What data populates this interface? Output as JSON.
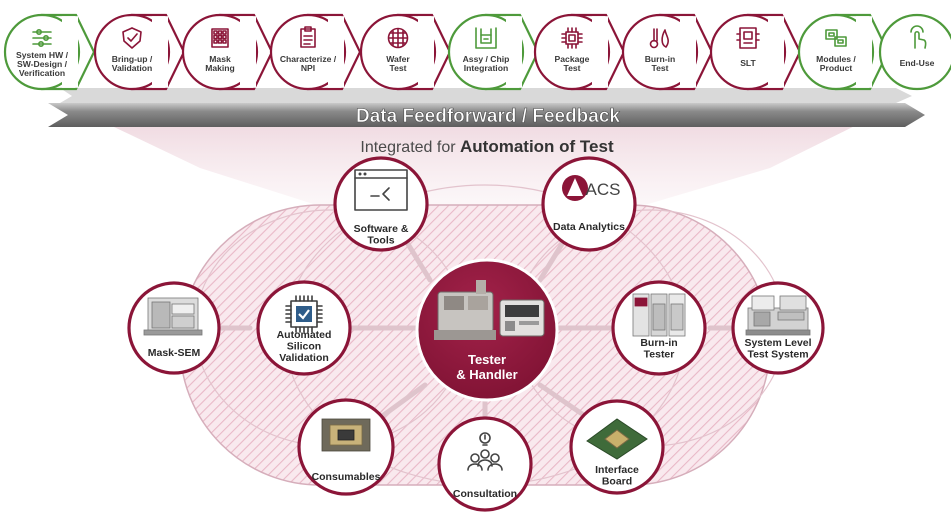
{
  "flow": {
    "banner_title": "Data Feedforward / Feedback",
    "steps": [
      {
        "label": "System HW /\nSW-Design /\nVerification",
        "style": "green",
        "icon": "sliders-icon"
      },
      {
        "label": "Bring-up /\nValidation",
        "style": "red",
        "icon": "shield-check-icon"
      },
      {
        "label": "Mask\nMaking",
        "style": "red",
        "icon": "mask-grid-icon"
      },
      {
        "label": "Characterize /\nNPI",
        "style": "red",
        "icon": "clipboard-icon"
      },
      {
        "label": "Wafer\nTest",
        "style": "red",
        "icon": "wafer-icon"
      },
      {
        "label": "Assy / Chip\nIntegration",
        "style": "green",
        "icon": "chip-assembly-icon"
      },
      {
        "label": "Package\nTest",
        "style": "red",
        "icon": "package-chip-icon"
      },
      {
        "label": "Burn-in\nTest",
        "style": "red",
        "icon": "thermometer-flame-icon"
      },
      {
        "label": "SLT",
        "style": "red",
        "icon": "slt-board-icon"
      },
      {
        "label": "Modules /\nProduct",
        "style": "green",
        "icon": "modules-icon"
      },
      {
        "label": "End-Use",
        "style": "green",
        "icon": "hand-touch-icon"
      }
    ]
  },
  "tagline": {
    "prefix": "Integrated for ",
    "emphasis": "Automation of Test"
  },
  "center": {
    "label": "Tester\n& Handler",
    "icon": "tester-handler-image"
  },
  "nodes": [
    {
      "id": "software-tools",
      "label": "Software &\nTools",
      "icon": "terminal-window-icon"
    },
    {
      "id": "data-analytics",
      "label": "Data Analytics",
      "icon": "acs-logo",
      "logo_text": "ACS"
    },
    {
      "id": "mask-sem",
      "label": "Mask-SEM",
      "icon": "mask-sem-machine-image"
    },
    {
      "id": "automated-silicon-validation",
      "label": "Automated\nSilicon\nValidation",
      "icon": "chip-check-icon"
    },
    {
      "id": "burn-in-tester",
      "label": "Burn-in\nTester",
      "icon": "burn-in-tester-image"
    },
    {
      "id": "system-level-test-system",
      "label": "System Level\nTest System",
      "icon": "slt-system-image"
    },
    {
      "id": "consumables",
      "label": "Consumables",
      "icon": "socket-image"
    },
    {
      "id": "consultation",
      "label": "Consultation",
      "icon": "people-lightbulb-icon"
    },
    {
      "id": "interface-board",
      "label": "Interface\nBoard",
      "icon": "interface-board-image"
    }
  ],
  "colors": {
    "brand": "#8b1538",
    "green": "#4e9a3b",
    "banner": "#7d7d7d",
    "pink_fill": "#f7e4ea",
    "text_dark": "#333333"
  }
}
